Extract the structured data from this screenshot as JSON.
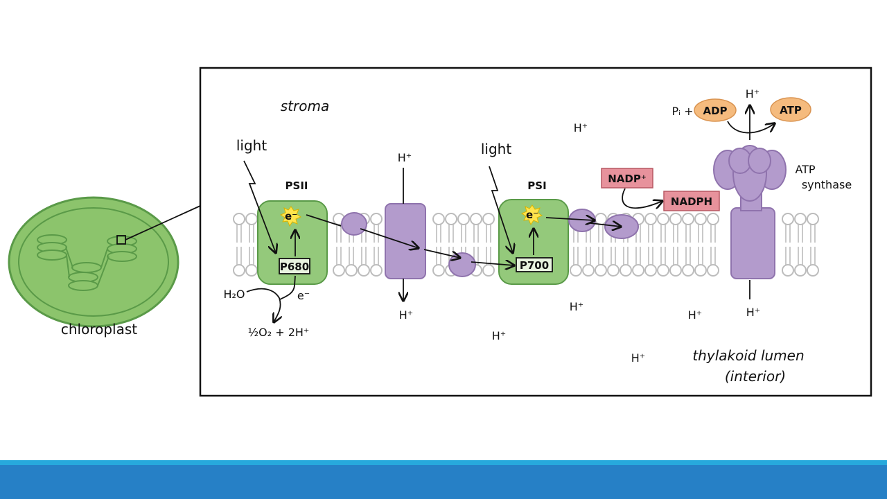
{
  "chloroplast_label": "chloroplast",
  "stroma_label": "stroma",
  "lumen_label": [
    "thylakoid lumen",
    "(interior)"
  ],
  "light_label": "light",
  "psii": {
    "title": "PSII",
    "center": "P680",
    "electron": "e⁻"
  },
  "psi": {
    "title": "PSI",
    "center": "P700",
    "electron": "e⁻"
  },
  "water": {
    "reactant": "H₂O",
    "electron": "e⁻",
    "products": "½O₂ + 2H⁺"
  },
  "proton": "H⁺",
  "nadp": {
    "reactant": "NADP⁺",
    "product": "NADPH"
  },
  "atp_synthase": {
    "label": [
      "ATP",
      "synthase"
    ],
    "pi": "Pᵢ +",
    "adp": "ADP",
    "atp": "ATP"
  },
  "colors": {
    "chloroplast_fill": "#8cc46c",
    "chloroplast_stroke": "#5a9a48",
    "photosystem": "#94c97b",
    "protein": "#b39bcc",
    "protein_stroke": "#8f73ad",
    "lipid": "#bcbcbc",
    "nadp_box": "#e7929c",
    "nucleotide": "#f5bb7e",
    "electron_star": "#ffe44d",
    "footer_light": "#27a9dc",
    "footer_dark": "#2680c6"
  }
}
